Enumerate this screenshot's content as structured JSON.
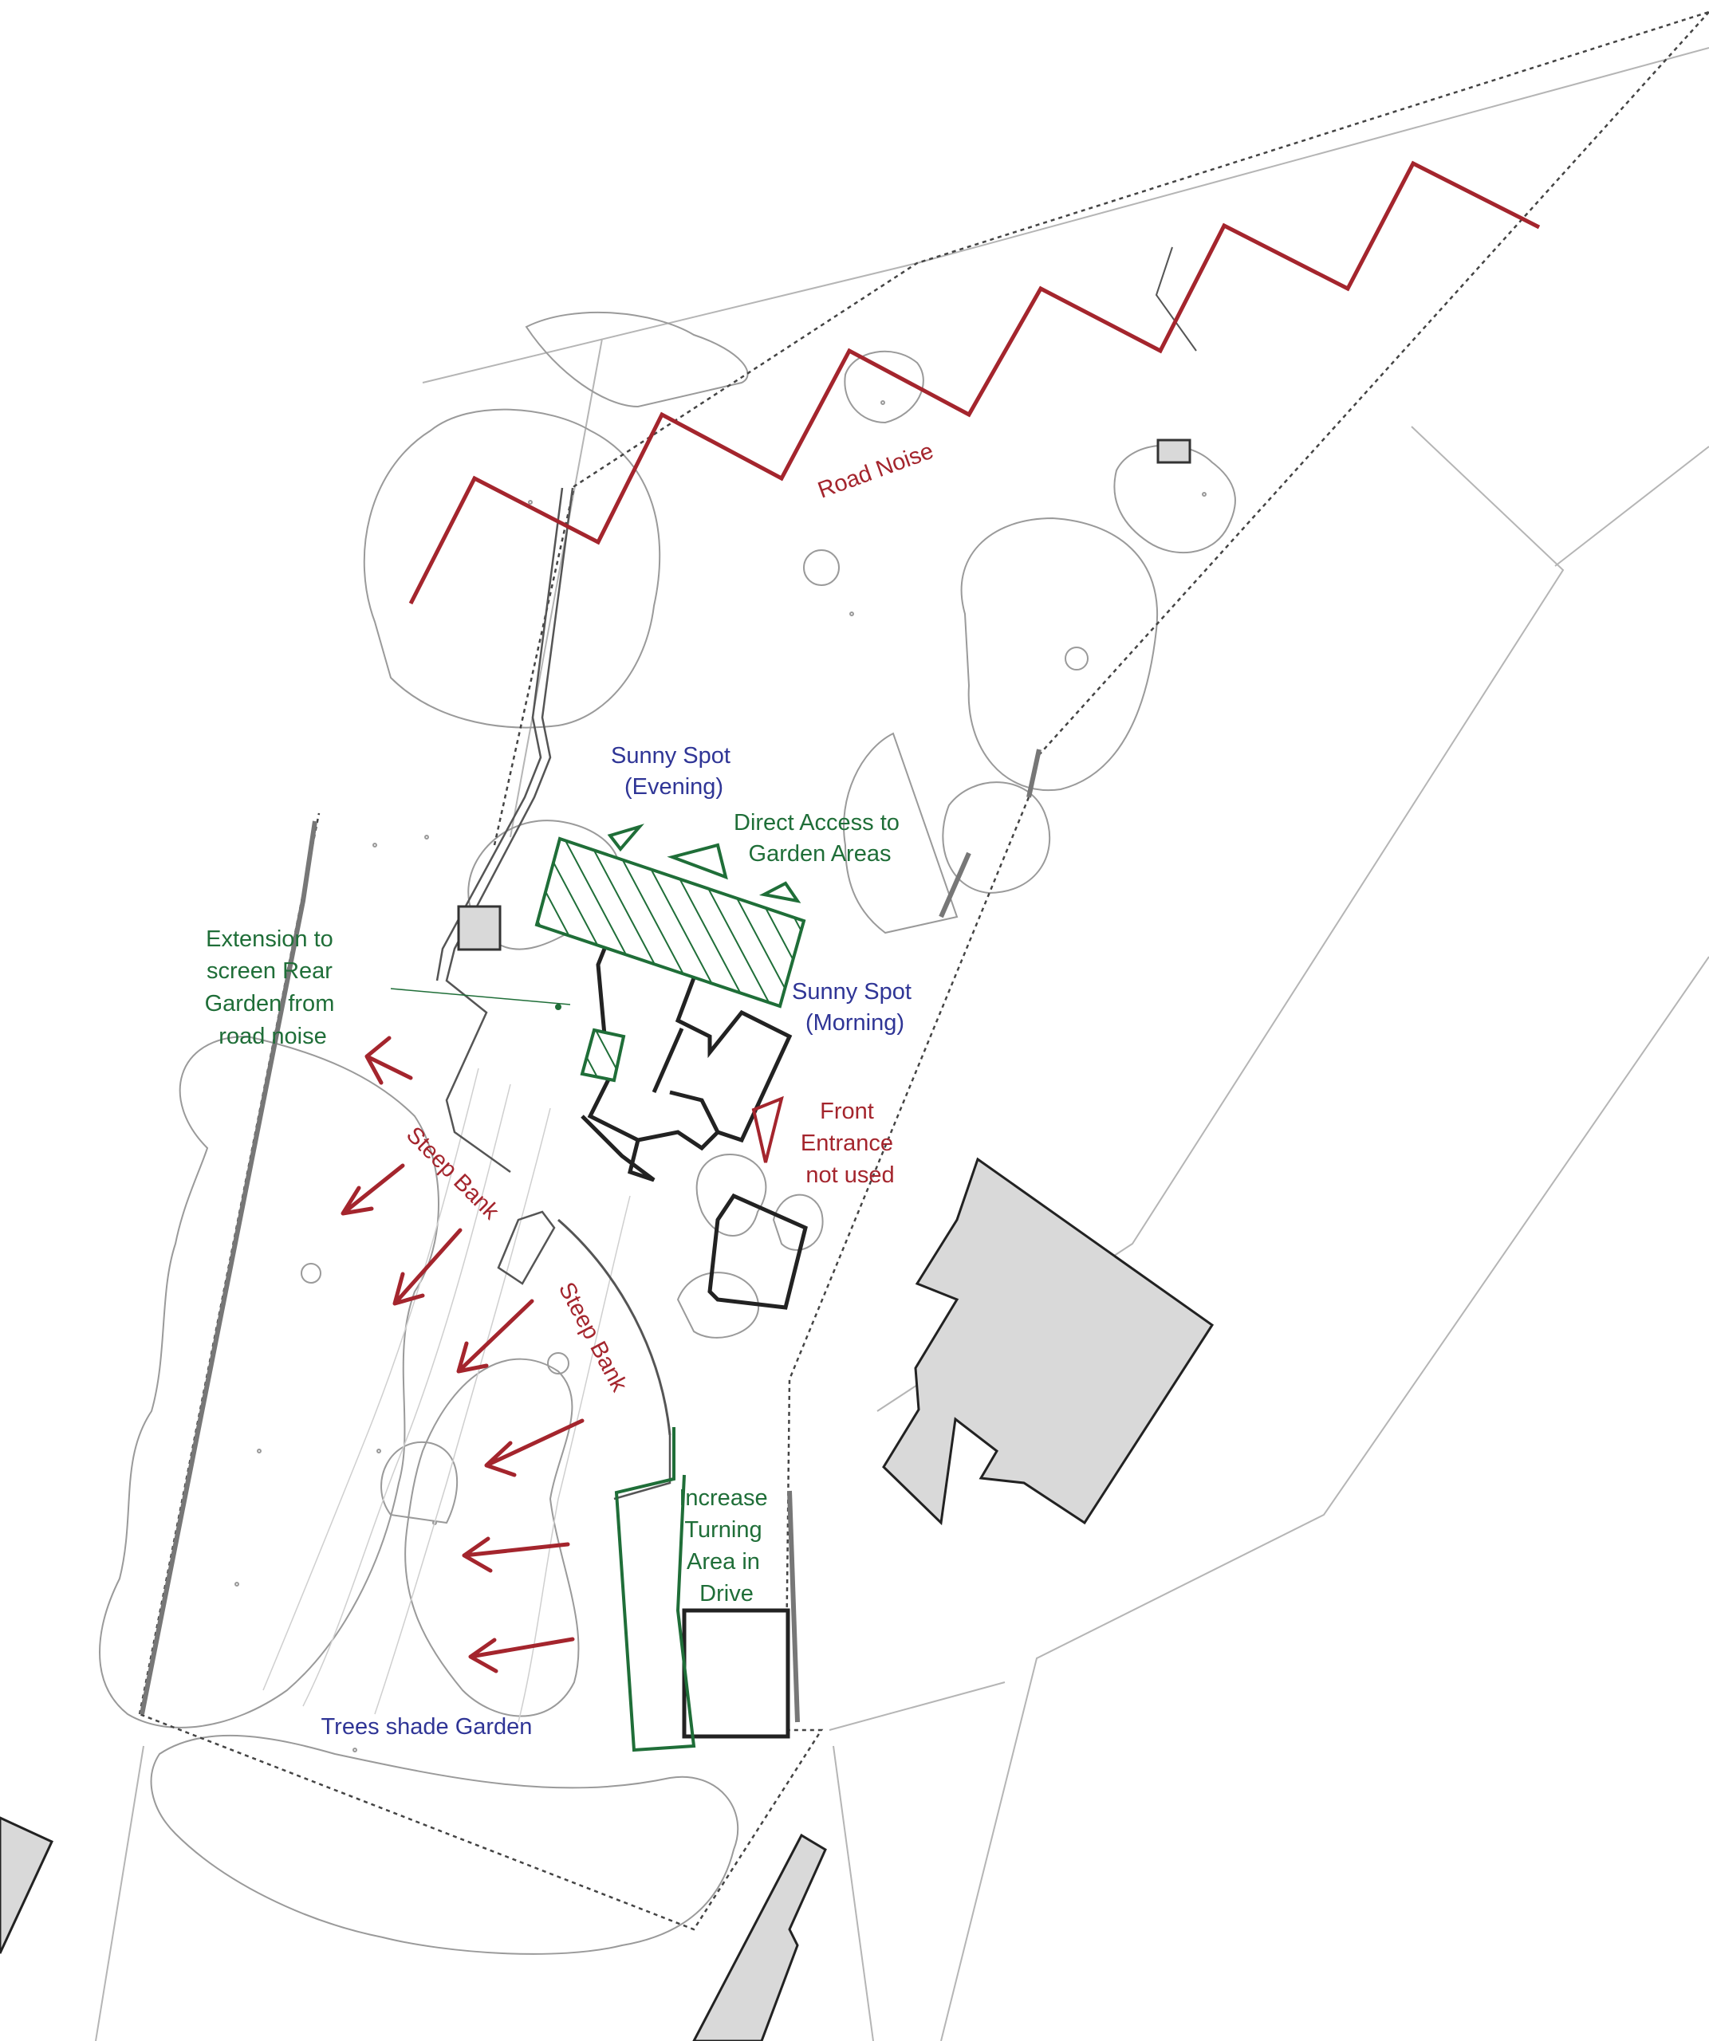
{
  "colors": {
    "red": "#a4252d",
    "green": "#1f6e38",
    "blue": "#2f3596",
    "line": "#9a9a9a",
    "building_fill": "#d9d9d9"
  },
  "labels": {
    "road_noise": "Road Noise",
    "sunny_evening": [
      "Sunny Spot",
      "(Evening)"
    ],
    "direct_access": [
      "Direct Access to",
      "Garden Areas"
    ],
    "extension": [
      "Extension to",
      "screen Rear",
      "Garden from",
      "road noise"
    ],
    "sunny_morning": [
      "Sunny Spot",
      "(Morning)"
    ],
    "front_entrance": [
      "Front",
      "Entrance",
      "not used"
    ],
    "steep_bank_1": "Steep Bank",
    "steep_bank_2": "Steep Bank",
    "turning_area": [
      "Increase",
      "Turning",
      "Area in",
      "Drive"
    ],
    "trees_shade": "Trees shade Garden"
  },
  "icons": [
    "zigzag-noise-icon",
    "arrow-icon",
    "triangle-marker-icon",
    "hatch-pattern-icon"
  ]
}
